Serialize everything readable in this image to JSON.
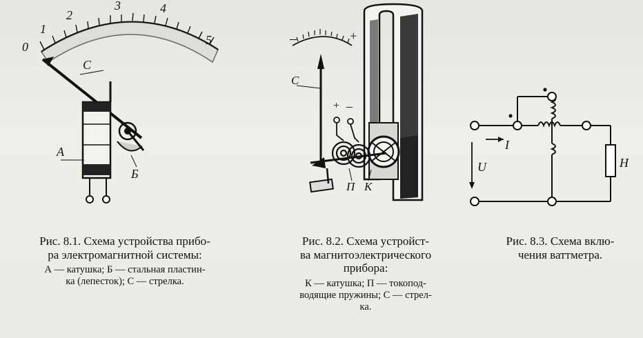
{
  "figures": [
    {
      "scale_labels": [
        "0",
        "1",
        "2",
        "3",
        "4",
        "5"
      ],
      "part_labels": [
        "C",
        "A",
        "Б"
      ],
      "caption_title": [
        "Рис. 8.1. Схема устройства прибо-",
        "ра электромагнитной системы:"
      ],
      "caption_legend": [
        "А — катушка; Б — стальная пластин-",
        "ка (лепесток); С — стрелка."
      ]
    },
    {
      "scale_labels": [
        "–",
        "+"
      ],
      "terminal_labels": [
        "+",
        "–"
      ],
      "part_labels": [
        "С",
        "П",
        "К"
      ],
      "caption_title": [
        "Рис. 8.2. Схема устройст-",
        "ва магнитоэлектрического",
        "прибора:"
      ],
      "caption_legend": [
        "К — катушка; П — токопод-",
        "водящие пружины; С — стрел-",
        "ка."
      ]
    },
    {
      "circuit_labels": [
        "I",
        "U",
        "Н"
      ],
      "caption_title": [
        "Рис. 8.3. Схема вклю-",
        "чения ваттметра."
      ]
    }
  ]
}
